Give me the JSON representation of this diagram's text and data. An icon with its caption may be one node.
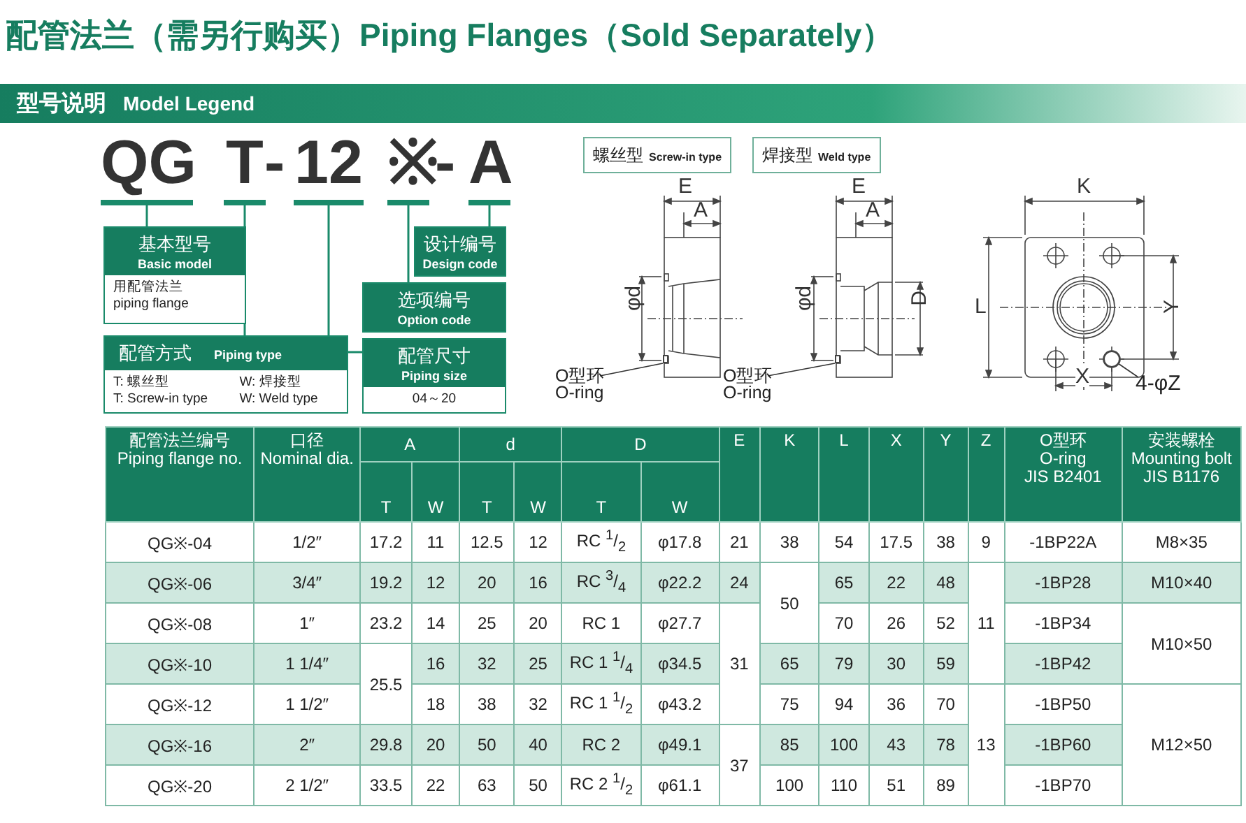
{
  "diagram": {
    "title": "配管法兰（需另行购买）Piping Flanges（Sold Separately）",
    "nodes": [
      {
        "text": [
          "型号说明",
          "Model Legend"
        ]
      },
      {
        "text": [
          "QG"
        ]
      },
      {
        "text": [
          "T"
        ]
      },
      {
        "text": [
          "12"
        ]
      },
      {
        "text": [
          "※"
        ]
      },
      {
        "text": [
          "A"
        ]
      },
      {
        "text": [
          "基本型号",
          "Basic model",
          "用配管法兰",
          "piping flange"
        ]
      },
      {
        "text": [
          "设计编号",
          "Design code"
        ]
      },
      {
        "text": [
          "选项编号",
          "Option code"
        ]
      },
      {
        "text": [
          "配管方式",
          "Piping type",
          "T: 螺丝型",
          "W: 焊接型",
          "T: Screw-in type",
          "W: Weld type"
        ]
      },
      {
        "text": [
          "配管尺寸",
          "Piping size",
          "04～20"
        ]
      },
      {
        "text": [
          "螺丝型",
          "Screw-in type"
        ]
      },
      {
        "text": [
          "焊接型",
          "Weld type"
        ]
      },
      {
        "text": [
          "O型环",
          "O-ring"
        ]
      },
      {
        "text": [
          "O型环",
          "O-ring"
        ]
      },
      {
        "text": [
          "4-φZ"
        ]
      },
      {
        "text": [],
        "shape": "box"
      },
      {
        "text": [],
        "shape": "box"
      },
      {
        "text": [],
        "shape": "circle"
      }
    ],
    "edges": [
      {
        "from": 1,
        "to": 6,
        "arrow": "none"
      },
      {
        "from": 2,
        "to": 9,
        "arrow": "none"
      },
      {
        "from": 3,
        "to": 10,
        "arrow": "none"
      },
      {
        "from": 4,
        "to": 8,
        "arrow": "none"
      },
      {
        "from": 5,
        "to": 7,
        "arrow": "none"
      },
      {
        "from": 13,
        "to": 16,
        "arrow": "none"
      },
      {
        "from": 14,
        "to": 17,
        "arrow": "none"
      },
      {
        "from": 15,
        "to": 18,
        "arrow": "none"
      }
    ],
    "labels": [
      "-",
      "-",
      "E",
      "A",
      "φd",
      "E",
      "A",
      "φd",
      "D",
      "K",
      "L",
      "Y",
      "X",
      "配管法兰编号",
      "Piping flange no.",
      "口径",
      "Nominal dia.",
      "A",
      "d",
      "D",
      "E",
      "K",
      "L",
      "X",
      "Y",
      "Z",
      "O型环",
      "O-ring",
      "JIS B2401",
      "安装螺栓",
      "Mounting bolt",
      "JIS B1176",
      "T",
      "W",
      "T",
      "W",
      "T",
      "W",
      "QG※-04",
      "1/2″",
      "17.2",
      "11",
      "12.5",
      "12",
      "RC $^{1}$/$_{2}$",
      "φ17.8",
      "21",
      "38",
      "54",
      "17.5",
      "38",
      "9",
      "-1BP22A",
      "M8×35",
      "QG※-06",
      "3/4″",
      "19.2",
      "12",
      "20",
      "16",
      "RC $^{3}$/$_{4}$",
      "φ22.2",
      "24",
      "50",
      "65",
      "22",
      "48",
      "11",
      "-1BP28",
      "M10×40",
      "QG※-08",
      "1″",
      "23.2",
      "14",
      "25",
      "20",
      "RC 1",
      "φ27.7",
      "31",
      "70",
      "26",
      "52",
      "-1BP34",
      "M10×50",
      "QG※-10",
      "1 1/4″",
      "25.5",
      "16",
      "32",
      "25",
      "RC 1 $^{1}$/$_{4}$",
      "φ34.5",
      "65",
      "79",
      "30",
      "59",
      "-1BP42",
      "QG※-12",
      "1 1/2″",
      "18",
      "38",
      "32",
      "RC 1 $^{1}$/$_{2}$",
      "φ43.2",
      "75",
      "94",
      "36",
      "70",
      "13",
      "-1BP50",
      "QG※-16",
      "2″",
      "29.8",
      "20",
      "50",
      "40",
      "RC 2",
      "φ49.1",
      "37",
      "85",
      "100",
      "43",
      "78",
      "-1BP60",
      "M12×50",
      "QG※-20",
      "2 1/2″",
      "33.5",
      "22",
      "63",
      "50",
      "RC 2 $^{1}$/$_{2}$",
      "φ61.1",
      "100",
      "110",
      "51",
      "89",
      "-1BP70"
    ]
  }
}
